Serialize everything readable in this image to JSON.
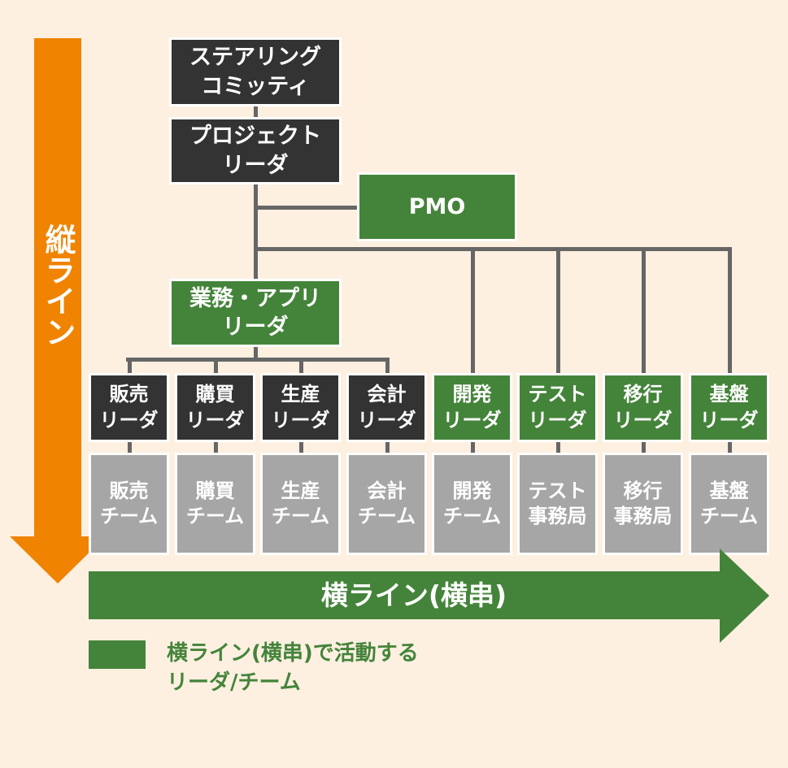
{
  "colors": {
    "background": "#fdf0e1",
    "dark": "#333333",
    "green": "#44843a",
    "gray": "#a6a6a6",
    "orange": "#f08300",
    "line": "#666666"
  },
  "vertical_arrow": {
    "label": "縦ライン"
  },
  "horizontal_arrow": {
    "label": "横ライン(横串)"
  },
  "steering_committee": "ステアリング\nコミッティ",
  "project_leader": "プロジェクト\nリーダ",
  "pmo": "PMO",
  "business_app_leader": "業務・アプリ\nリーダ",
  "leaders": [
    {
      "label": "販売\nリーダ",
      "type": "dark"
    },
    {
      "label": "購買\nリーダ",
      "type": "dark"
    },
    {
      "label": "生産\nリーダ",
      "type": "dark"
    },
    {
      "label": "会計\nリーダ",
      "type": "dark"
    },
    {
      "label": "開発\nリーダ",
      "type": "green"
    },
    {
      "label": "テスト\nリーダ",
      "type": "green"
    },
    {
      "label": "移行\nリーダ",
      "type": "green"
    },
    {
      "label": "基盤\nリーダ",
      "type": "green"
    }
  ],
  "teams": [
    "販売\nチーム",
    "購買\nチーム",
    "生産\nチーム",
    "会計\nチーム",
    "開発\nチーム",
    "テスト\n事務局",
    "移行\n事務局",
    "基盤\nチーム"
  ],
  "legend": {
    "label": "横ライン(横串)で活動する\nリーダ/チーム"
  }
}
